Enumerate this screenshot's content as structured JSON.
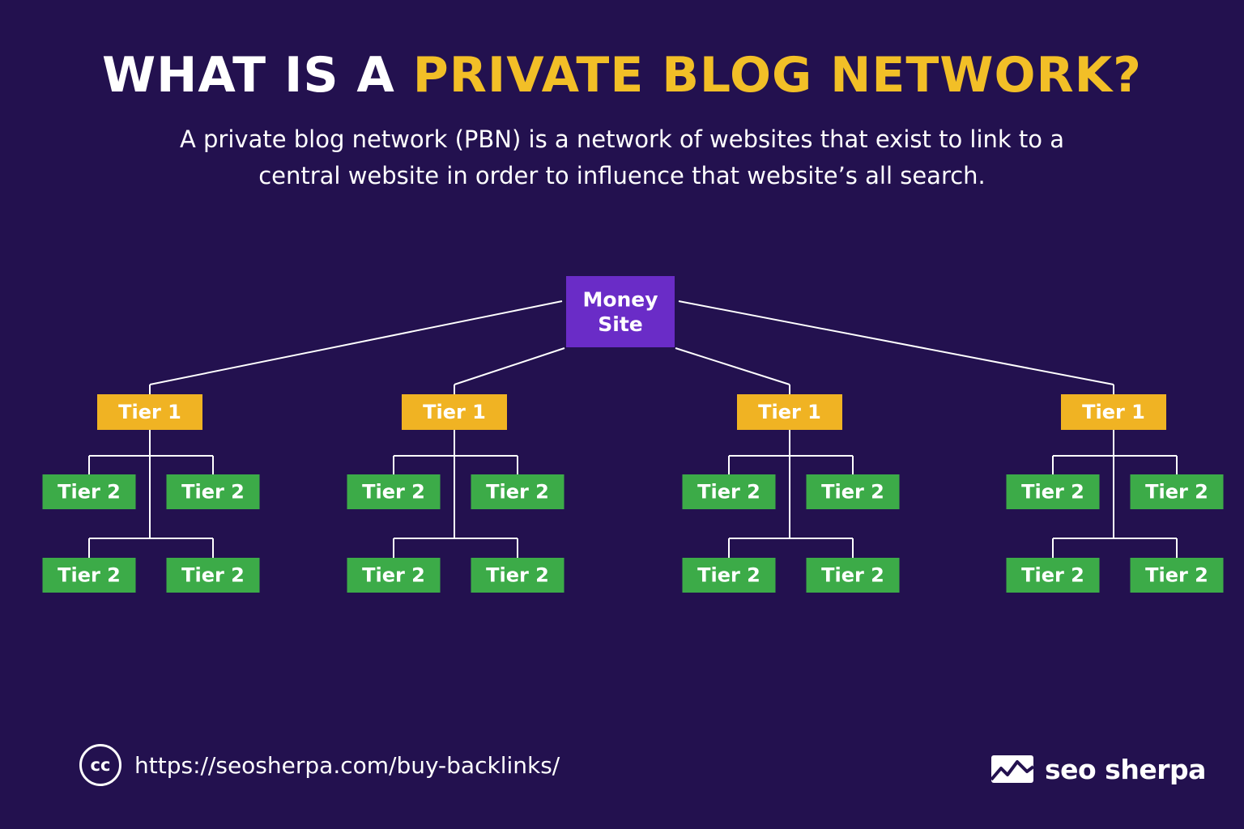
{
  "header": {
    "title_plain": "WHAT IS A",
    "title_accent": "PRIVATE BLOG NETWORK?",
    "subtitle_line1": "A private blog network (PBN) is a network of websites that exist to link to a",
    "subtitle_line2": "central website in order to influence that website’s all search."
  },
  "diagram": {
    "root": {
      "line1": "Money",
      "line2": "Site"
    },
    "tier1_label": "Tier 1",
    "tier2_label": "Tier 2",
    "tier1_count": 4,
    "tier2_per_tier1": 4
  },
  "footer": {
    "cc_label": "cc",
    "url": "https://seosherpa.com/buy-backlinks/",
    "brand_name": "seo sherpa",
    "brand_icon": "mountain-logo-icon"
  },
  "colors": {
    "background": "#23114f",
    "accent": "#f2bf27",
    "root_box": "#6a2cc7",
    "tier1_box": "#f0b323",
    "tier2_box": "#3cab48"
  }
}
